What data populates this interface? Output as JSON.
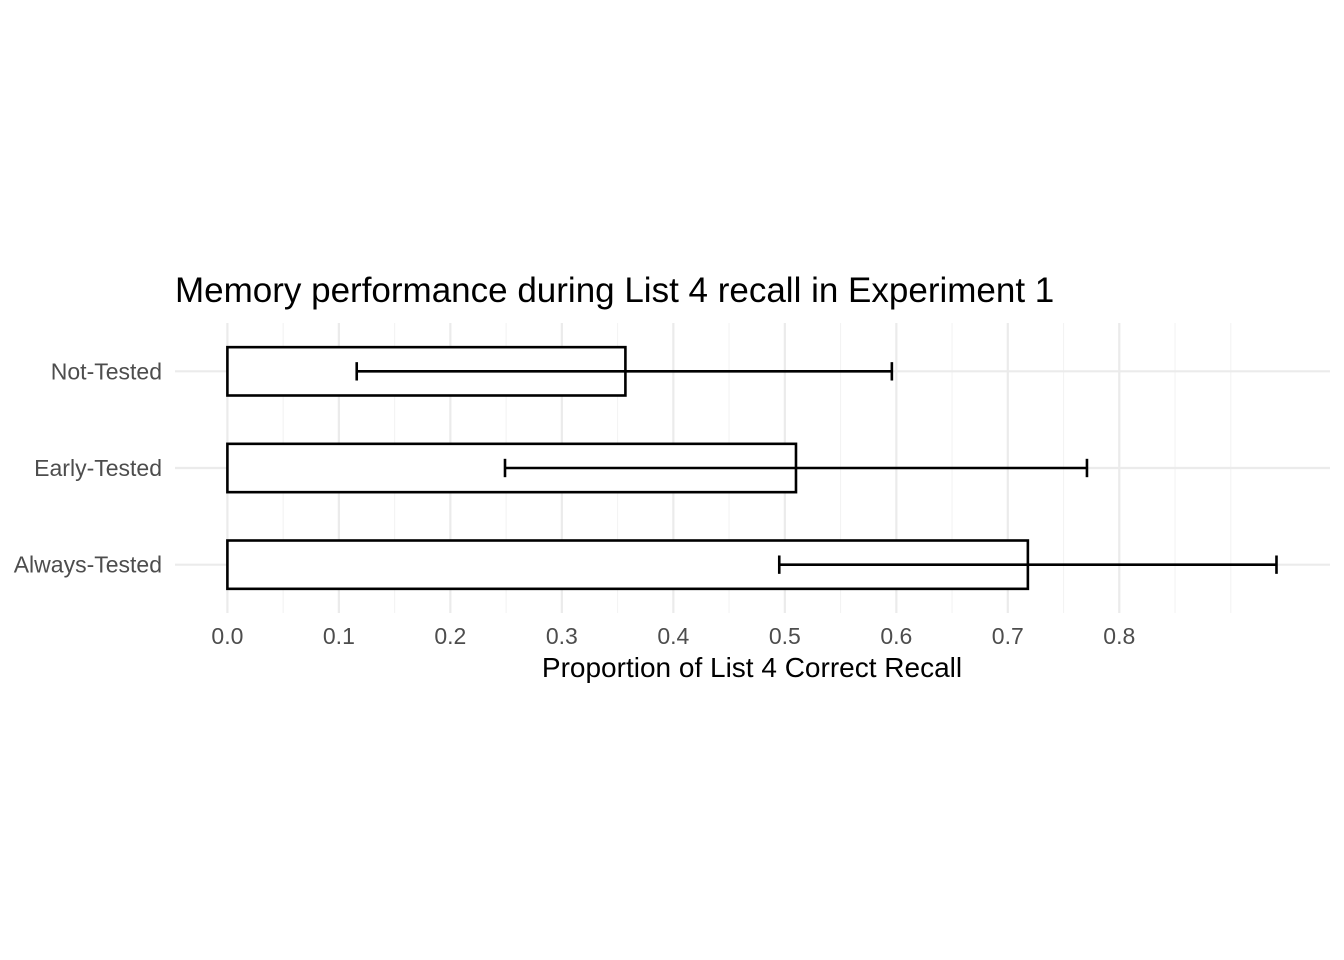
{
  "chart_data": {
    "type": "bar",
    "orientation": "horizontal",
    "title": "Memory performance during List 4 recall in Experiment 1",
    "xlabel": "Proportion of List 4 Correct Recall",
    "ylabel": "",
    "categories": [
      "Not-Tested",
      "Early-Tested",
      "Always-Tested"
    ],
    "values": [
      0.357,
      0.51,
      0.718
    ],
    "error_low": [
      0.116,
      0.249,
      0.495
    ],
    "error_high": [
      0.596,
      0.771,
      0.941
    ],
    "xlim": [
      -0.047,
      0.989
    ],
    "x_ticks": [
      "0.0",
      "0.1",
      "0.2",
      "0.3",
      "0.4",
      "0.5",
      "0.6",
      "0.7",
      "0.8"
    ],
    "x_tick_values": [
      0,
      0.1,
      0.2,
      0.3,
      0.4,
      0.5,
      0.6,
      0.7,
      0.8
    ],
    "x_minor_values": [
      0.05,
      0.15,
      0.25,
      0.35,
      0.45,
      0.55,
      0.65,
      0.75,
      0.85,
      0.9
    ],
    "grid": true,
    "legend": "none",
    "colors": {
      "bar_fill": "#ffffff",
      "bar_outline": "#000000",
      "grid": "#ebebeb",
      "tick_text": "#4d4d4d"
    }
  }
}
